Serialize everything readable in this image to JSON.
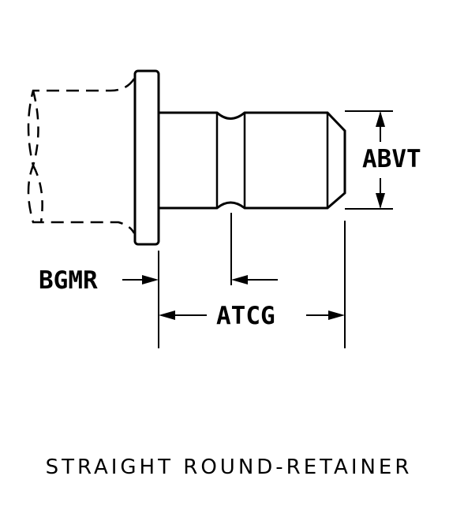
{
  "labels": {
    "abvt": "ABVT",
    "bgmr": "BGMR",
    "atcg": "ATCG"
  },
  "caption": "STRAIGHT ROUND-RETAINER",
  "colors": {
    "line": "#000000",
    "background": "#ffffff"
  }
}
